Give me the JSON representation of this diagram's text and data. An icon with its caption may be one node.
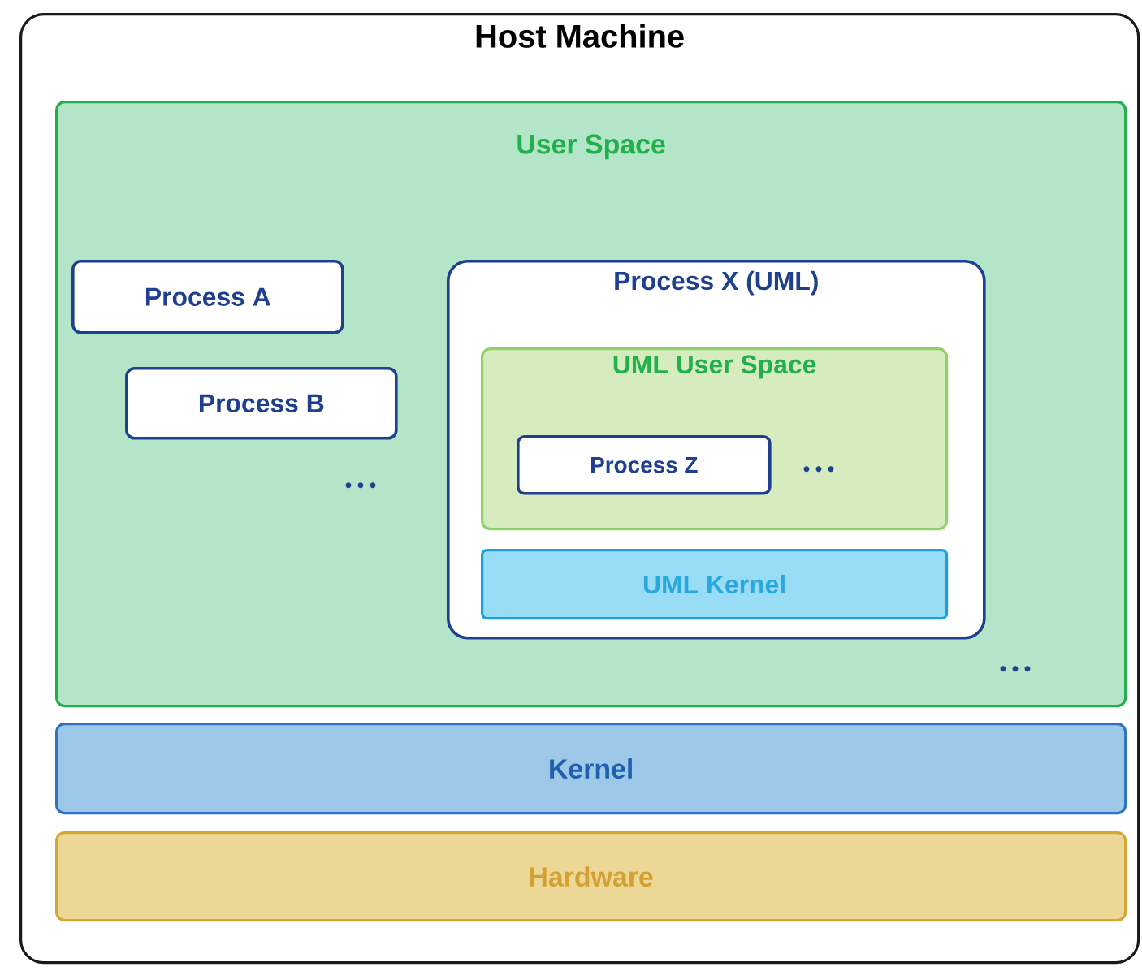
{
  "diagram": {
    "nodes": [
      {
        "text": [
          "Host Machine"
        ]
      },
      {
        "text": [
          "User Space"
        ],
        "in": 0
      },
      {
        "text": [
          "Process A"
        ],
        "in": 1
      },
      {
        "text": [
          "Process B"
        ],
        "in": 1
      },
      {
        "text": [
          "Process X (UML)"
        ],
        "in": 1
      },
      {
        "text": [
          "UML User Space"
        ],
        "in": 4
      },
      {
        "text": [
          "Process Z"
        ],
        "in": 5
      },
      {
        "text": [
          "UML Kernel"
        ],
        "in": 4
      },
      {
        "text": [
          "Kernel"
        ],
        "in": 0
      },
      {
        "text": [
          "Hardware"
        ],
        "in": 0
      }
    ],
    "labels": [
      "• • •",
      "• • •",
      "• • •"
    ]
  }
}
